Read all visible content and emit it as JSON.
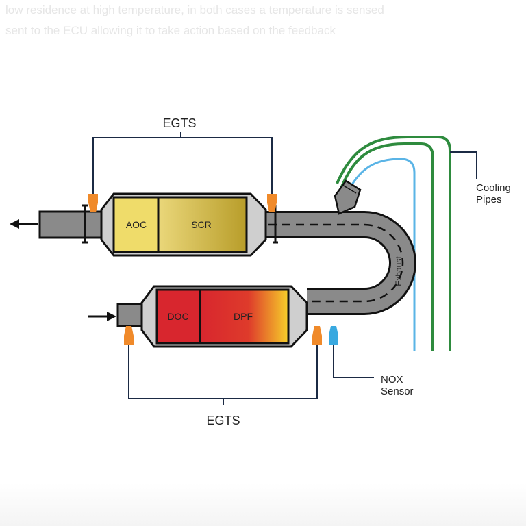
{
  "background_text": {
    "line1": "low residence at high temperature, in both cases a temperature is sensed",
    "line2": "sent to the ECU allowing it to take action based on the feedback"
  },
  "labels": {
    "egts_top": "EGTS",
    "egts_bottom": "EGTS",
    "aoc": "AOC",
    "scr": "SCR",
    "doc": "DOC",
    "dpf": "DPF",
    "exhaust": "Exhaust",
    "cooling_line1": "Cooling",
    "cooling_line2": "Pipes",
    "nox_line1": "NOX",
    "nox_line2": "Sensor"
  },
  "colors": {
    "pipe": "#8a8a8a",
    "outline": "#111111",
    "housing": "#cfcfcf",
    "aoc_fill": "#efdc6a",
    "scr_fill": "#c9b23a",
    "doc_fill": "#d8262e",
    "dpf_end": "#f6cf2a",
    "sensor_orange": "#f08a2a",
    "sensor_blue": "#39a9e0",
    "cooling_green": "#2e8b3e",
    "cooling_blue": "#5ab4e6",
    "leader": "#1b2a44"
  },
  "icons": [
    "arrow-left-icon",
    "arrow-right-icon"
  ]
}
